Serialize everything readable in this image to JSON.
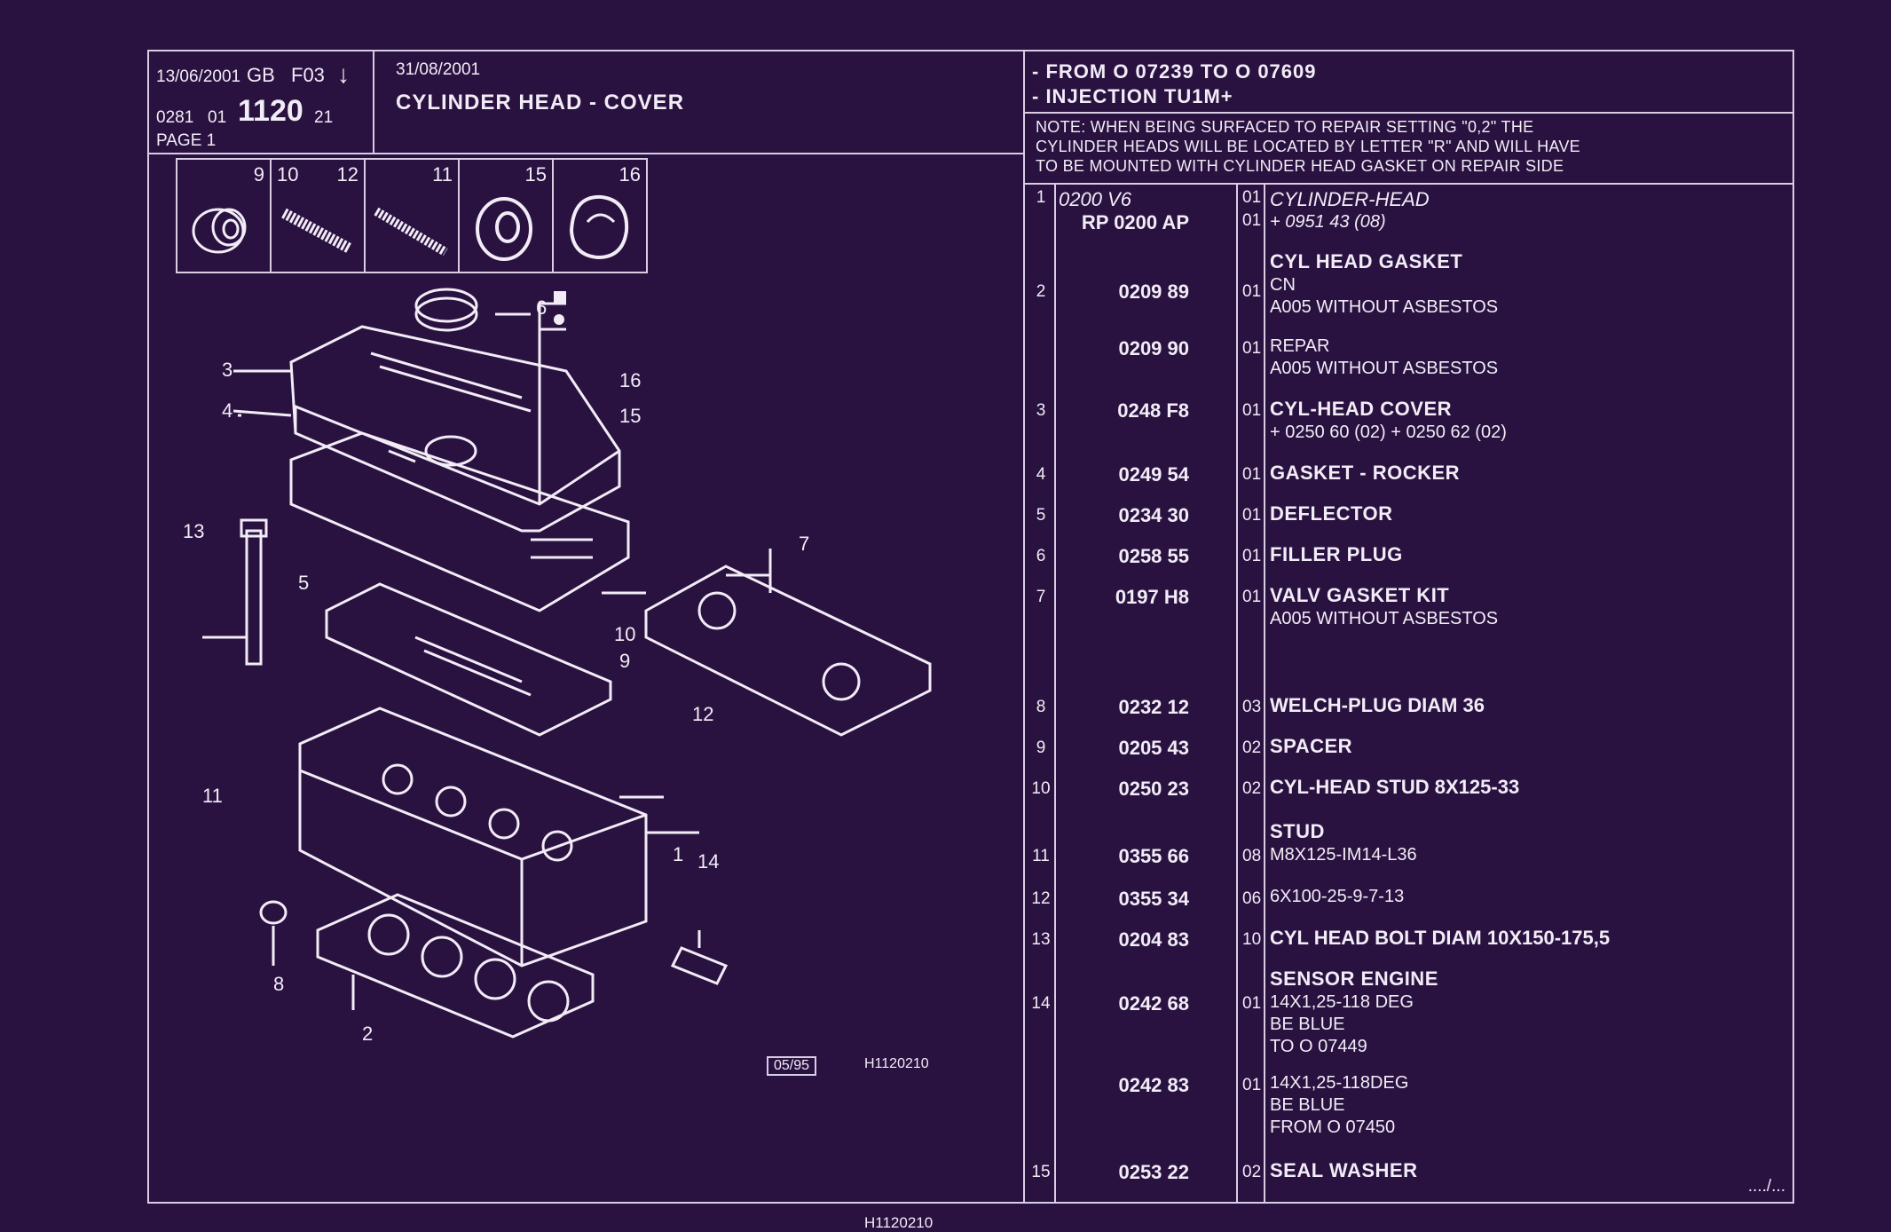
{
  "header": {
    "date1": "13/06/2001",
    "lang": "GB",
    "code": "F03",
    "arrow": "↓",
    "ref_a": "0281",
    "ref_b": "01",
    "group": "1120",
    "ref_c": "21",
    "page": "PAGE 1",
    "date2": "31/08/2001",
    "title": "CYLINDER HEAD - COVER",
    "range": "- FROM O  07239 TO  O  07609",
    "engine": "- INJECTION TU1M+",
    "note": [
      "NOTE: WHEN BEING SURFACED TO REPAIR SETTING \"0,2\" THE",
      "CYLINDER HEADS WILL BE LOCATED BY LETTER \"R\" AND WILL HAVE",
      "TO BE MOUNTED WITH CYLINDER HEAD GASKET ON REPAIR SIDE"
    ]
  },
  "thumbnails": [
    {
      "labels": [
        "9"
      ]
    },
    {
      "labels": [
        "10",
        "12"
      ]
    },
    {
      "labels": [
        "11"
      ]
    },
    {
      "labels": [
        "15"
      ]
    },
    {
      "labels": [
        "16"
      ]
    }
  ],
  "diagram": {
    "callouts": [
      "1",
      "2",
      "3",
      "4",
      "5",
      "6",
      "7",
      "8",
      "9",
      "10",
      "11",
      "12",
      "13",
      "14",
      "15",
      "16"
    ],
    "stamp": "05/95",
    "figure_ref": "H1120210",
    "footer_ref": "H1120210"
  },
  "parts": [
    {
      "ref": "1",
      "pn": "0200 V6",
      "qty": "01",
      "lines": [
        "CYLINDER-HEAD"
      ],
      "italic": true
    },
    {
      "ref": "",
      "pn": "RP  0200 AP",
      "qty": "01",
      "lines": [
        "+  0951 43 (08)"
      ],
      "italic": true
    },
    {
      "ref": "2",
      "pn": "0209 89",
      "qty": "01",
      "lines": [
        "CYL HEAD GASKET",
        "CN",
        "A005 WITHOUT ASBESTOS"
      ]
    },
    {
      "ref": "",
      "pn": "0209 90",
      "qty": "01",
      "lines": [
        "REPAR",
        "A005 WITHOUT ASBESTOS"
      ]
    },
    {
      "ref": "3",
      "pn": "0248 F8",
      "qty": "01",
      "lines": [
        "CYL-HEAD COVER",
        "+  0250 60 (02)  +  0250 62 (02)"
      ]
    },
    {
      "ref": "4",
      "pn": "0249 54",
      "qty": "01",
      "lines": [
        "GASKET - ROCKER"
      ]
    },
    {
      "ref": "5",
      "pn": "0234 30",
      "qty": "01",
      "lines": [
        "DEFLECTOR"
      ]
    },
    {
      "ref": "6",
      "pn": "0258 55",
      "qty": "01",
      "lines": [
        "FILLER PLUG"
      ]
    },
    {
      "ref": "7",
      "pn": "0197 H8",
      "qty": "01",
      "lines": [
        "VALV GASKET KIT",
        "A005 WITHOUT ASBESTOS"
      ]
    },
    {
      "ref": "8",
      "pn": "0232 12",
      "qty": "03",
      "lines": [
        "WELCH-PLUG DIAM 36"
      ]
    },
    {
      "ref": "9",
      "pn": "0205 43",
      "qty": "02",
      "lines": [
        "SPACER"
      ]
    },
    {
      "ref": "10",
      "pn": "0250 23",
      "qty": "02",
      "lines": [
        "CYL-HEAD STUD 8X125-33"
      ]
    },
    {
      "ref": "11",
      "pn": "0355 66",
      "qty": "08",
      "lines": [
        "STUD",
        "M8X125-IM14-L36"
      ]
    },
    {
      "ref": "12",
      "pn": "0355 34",
      "qty": "06",
      "lines": [
        "6X100-25-9-7-13"
      ]
    },
    {
      "ref": "13",
      "pn": "0204 83",
      "qty": "10",
      "lines": [
        "CYL HEAD BOLT DIAM 10X150-175,5"
      ]
    },
    {
      "ref": "14",
      "pn": "0242 68",
      "qty": "01",
      "lines": [
        "SENSOR ENGINE",
        "14X1,25-118 DEG",
        "BE BLUE",
        "TO  O  07449"
      ]
    },
    {
      "ref": "",
      "pn": "0242 83",
      "qty": "01",
      "lines": [
        "14X1,25-118DEG",
        "BE BLUE",
        "FROM  O  07450"
      ]
    },
    {
      "ref": "15",
      "pn": "0253 22",
      "qty": "02",
      "lines": [
        "SEAL WASHER"
      ]
    }
  ],
  "continued": "..../..."
}
